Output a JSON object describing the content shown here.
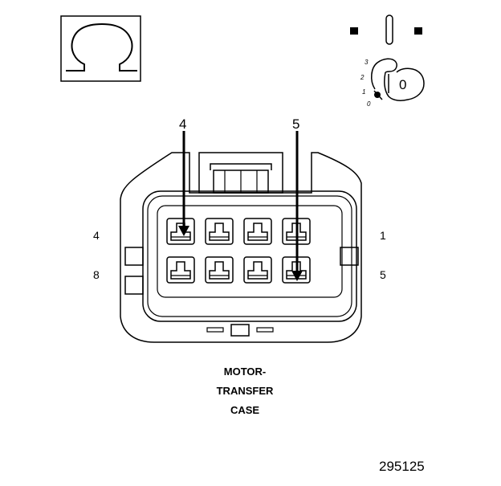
{
  "symbol": {
    "icon": "ohm-icon"
  },
  "ignition": {
    "icon": "ignition-key-icon",
    "positions": [
      "3",
      "2",
      "1",
      "0"
    ],
    "key_label": "0"
  },
  "callouts": {
    "left": "4",
    "right": "5"
  },
  "pin_labels": {
    "top_left": "4",
    "top_right": "1",
    "bottom_left": "8",
    "bottom_right": "5"
  },
  "connector": {
    "icon": "connector-8-pin-icon",
    "pins_per_row": 4,
    "rows": 2
  },
  "caption": {
    "line1": "MOTOR-",
    "line2": "TRANSFER",
    "line3": "CASE"
  },
  "figure_number": "295125"
}
